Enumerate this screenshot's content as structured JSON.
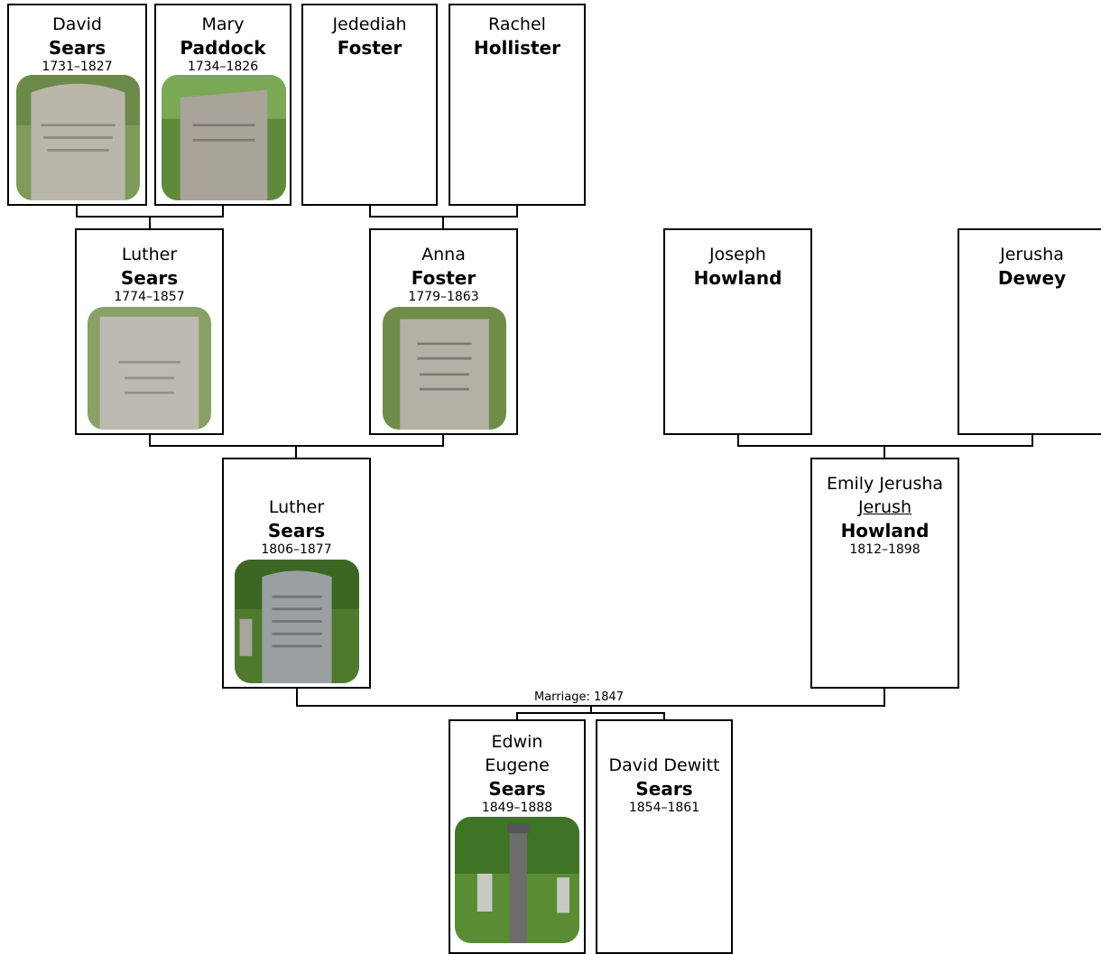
{
  "people": {
    "david_sears": {
      "first": "David",
      "last": "Sears",
      "dates": "1731–1827",
      "photo": "gravestone-photo"
    },
    "mary_paddock": {
      "first": "Mary",
      "last": "Paddock",
      "dates": "1734–1826",
      "photo": "gravestone-photo"
    },
    "jedediah_foster": {
      "first": "Jedediah",
      "last": "Foster"
    },
    "rachel_hollister": {
      "first": "Rachel",
      "last": "Hollister"
    },
    "luther_sears_1774": {
      "first": "Luther",
      "last": "Sears",
      "dates": "1774–1857",
      "photo": "gravestone-photo"
    },
    "anna_foster": {
      "first": "Anna",
      "last": "Foster",
      "dates": "1779–1863",
      "photo": "gravestone-photo"
    },
    "joseph_howland": {
      "first": "Joseph",
      "last": "Howland"
    },
    "jerusha_dewey": {
      "first": "Jerusha",
      "last": "Dewey"
    },
    "luther_sears_1806": {
      "first": "Luther",
      "last": "Sears",
      "dates": "1806–1877",
      "photo": "gravestone-photo"
    },
    "emily_howland": {
      "first": "Emily Jerusha",
      "nick": "Jerush",
      "last": "Howland",
      "dates": "1812–1898"
    },
    "edwin_sears": {
      "first": "Edwin",
      "first2": "Eugene",
      "last": "Sears",
      "dates": "1849–1888",
      "photo": "monument-photo"
    },
    "david_dewitt_sears": {
      "first": "David Dewitt",
      "last": "Sears",
      "dates": "1854–1861"
    }
  },
  "marriage_label": "Marriage: 1847",
  "colors": {
    "border": "#000000",
    "background": "#ffffff"
  }
}
